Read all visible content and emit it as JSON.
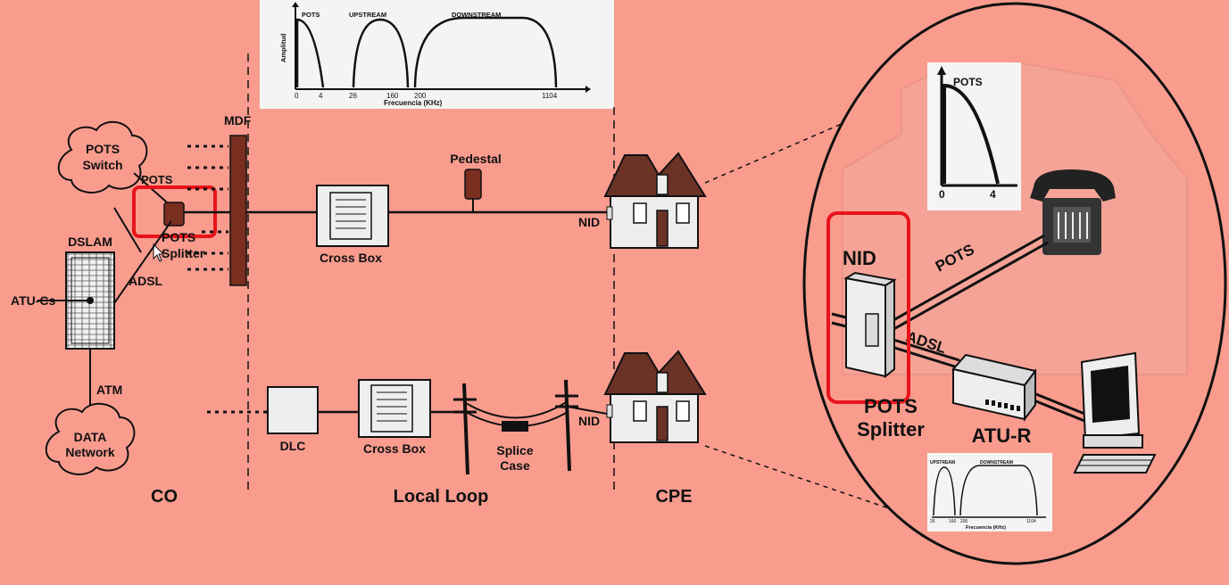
{
  "spectrum_main": {
    "bands": [
      "POTS",
      "UPSTREAM",
      "DOWNSTREAM"
    ],
    "y_label": "Amplitud",
    "x_label": "Frecuencia (KHz)",
    "ticks": [
      "0",
      "4",
      "26",
      "160",
      "200",
      "1104"
    ]
  },
  "co": {
    "pots_switch": [
      "POTS",
      "Switch"
    ],
    "pots_link": "POTS",
    "splitter": [
      "POTS",
      "Splitter"
    ],
    "dslam": "DSLAM",
    "atu_c": "ATU-Cs",
    "adsl_link": "ADSL",
    "atm_link": "ATM",
    "data_network": [
      "DATA",
      "Network"
    ],
    "mdf": "MDF"
  },
  "loop": {
    "pedestal": "Pedestal",
    "cross_box_top": "Cross Box",
    "dlc": "DLC",
    "cross_box_bottom": "Cross Box",
    "splice_case": [
      "Splice",
      "Case"
    ],
    "nid_top": "NID",
    "nid_bottom": "NID"
  },
  "zones": {
    "co": "CO",
    "local_loop": "Local Loop",
    "cpe": "CPE"
  },
  "detail": {
    "pots_spectrum_label": "POTS",
    "pots_spectrum_ticks": [
      "0",
      "4"
    ],
    "nid": "NID",
    "pots_line": "POTS",
    "adsl_line": "ADSL",
    "splitter": [
      "POTS",
      "Splitter"
    ],
    "atu_r": "ATU-R",
    "mini_spectrum": {
      "bands": [
        "UPSTREAM",
        "DOWNSTREAM"
      ],
      "ticks": [
        "26",
        "160",
        "200",
        "1104"
      ],
      "x_label": "Frecuencia (KHz)"
    }
  },
  "colors": {
    "background": "#f99c8e",
    "highlight": "#e8141a",
    "house_roof": "#6b3226",
    "device_fill": "#eeeeee"
  }
}
